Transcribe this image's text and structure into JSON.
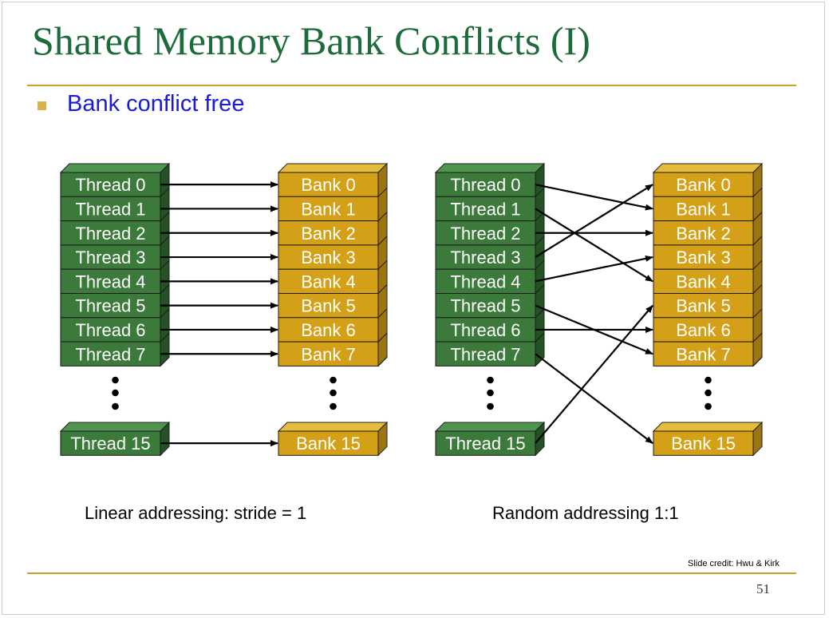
{
  "slide": {
    "title": "Shared Memory Bank Conflicts (I)",
    "bullet": "Bank conflict free",
    "credit": "Slide credit: Hwu & Kirk",
    "page_number": "51"
  },
  "colors": {
    "thread_fill": "#3b7a3b",
    "bank_fill": "#d4a017",
    "title": "#1c6b3a",
    "bullet_text": "#1a1adc",
    "rule": "#c8a02a"
  },
  "diagrams": [
    {
      "caption": "Linear addressing: stride = 1",
      "threads": [
        "Thread 0",
        "Thread 1",
        "Thread 2",
        "Thread 3",
        "Thread 4",
        "Thread 5",
        "Thread 6",
        "Thread 7",
        "Thread 15"
      ],
      "banks": [
        "Bank 0",
        "Bank 1",
        "Bank 2",
        "Bank 3",
        "Bank 4",
        "Bank 5",
        "Bank 6",
        "Bank 7",
        "Bank 15"
      ],
      "mapping": [
        [
          0,
          0
        ],
        [
          1,
          1
        ],
        [
          2,
          2
        ],
        [
          3,
          3
        ],
        [
          4,
          4
        ],
        [
          5,
          5
        ],
        [
          6,
          6
        ],
        [
          7,
          7
        ],
        [
          15,
          15
        ]
      ]
    },
    {
      "caption": "Random addressing 1:1",
      "threads": [
        "Thread 0",
        "Thread 1",
        "Thread 2",
        "Thread 3",
        "Thread 4",
        "Thread 5",
        "Thread 6",
        "Thread 7",
        "Thread 15"
      ],
      "banks": [
        "Bank 0",
        "Bank 1",
        "Bank 2",
        "Bank 3",
        "Bank 4",
        "Bank 5",
        "Bank 6",
        "Bank 7",
        "Bank 15"
      ],
      "mapping": [
        [
          0,
          1
        ],
        [
          1,
          4
        ],
        [
          2,
          2
        ],
        [
          3,
          0
        ],
        [
          4,
          3
        ],
        [
          5,
          7
        ],
        [
          6,
          6
        ],
        [
          7,
          15
        ],
        [
          15,
          5
        ]
      ]
    }
  ]
}
